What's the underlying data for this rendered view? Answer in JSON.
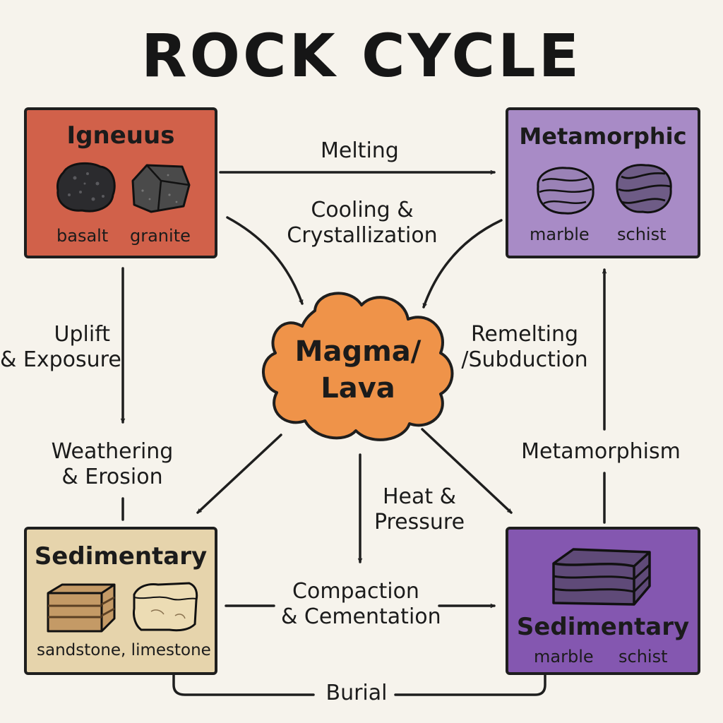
{
  "title": "ROCK CYCLE",
  "colors": {
    "igneous": "#d1614a",
    "metamorphic": "#a88bc6",
    "sedimentary": "#e6d4ac",
    "sedimentary_purple": "#8457b0",
    "magma": "#ef9349",
    "background": "#f6f3ec"
  },
  "boxes": {
    "igneous": {
      "title": "Igneuus",
      "rock1": "basalt",
      "rock2": "granite"
    },
    "metamorphic": {
      "title": "Metamorphic",
      "rock1": "marble",
      "rock2": "schist"
    },
    "sedimentary": {
      "title": "Sedimentary",
      "rocks": "sandstone, limestone"
    },
    "sedimentary2": {
      "title": "Sedimentary",
      "rock1": "marble",
      "rock2": "schist"
    }
  },
  "center": {
    "line1": "Magma/",
    "line2": "Lava"
  },
  "processes": {
    "melting": "Melting",
    "cooling": {
      "line1": "Cooling &",
      "line2": "Crystallization"
    },
    "uplift": {
      "line1": "Uplift",
      "line2": "& Exposure"
    },
    "remelting": {
      "line1": "Remelting",
      "line2": "/Subduction"
    },
    "weathering": {
      "line1": "Weathering",
      "line2": "& Erosion"
    },
    "metamorphism": "Metamorphism",
    "heat": {
      "line1": "Heat &",
      "line2": "Pressure"
    },
    "compaction": {
      "line1": "Compaction",
      "line2": "& Cementation"
    },
    "burial": "Burial"
  },
  "icons": [
    "basalt-rock-icon",
    "granite-rock-icon",
    "marble-rock-icon",
    "schist-rock-icon",
    "sandstone-block-icon",
    "limestone-block-icon",
    "layered-rock-block-icon",
    "magma-cloud-icon"
  ]
}
